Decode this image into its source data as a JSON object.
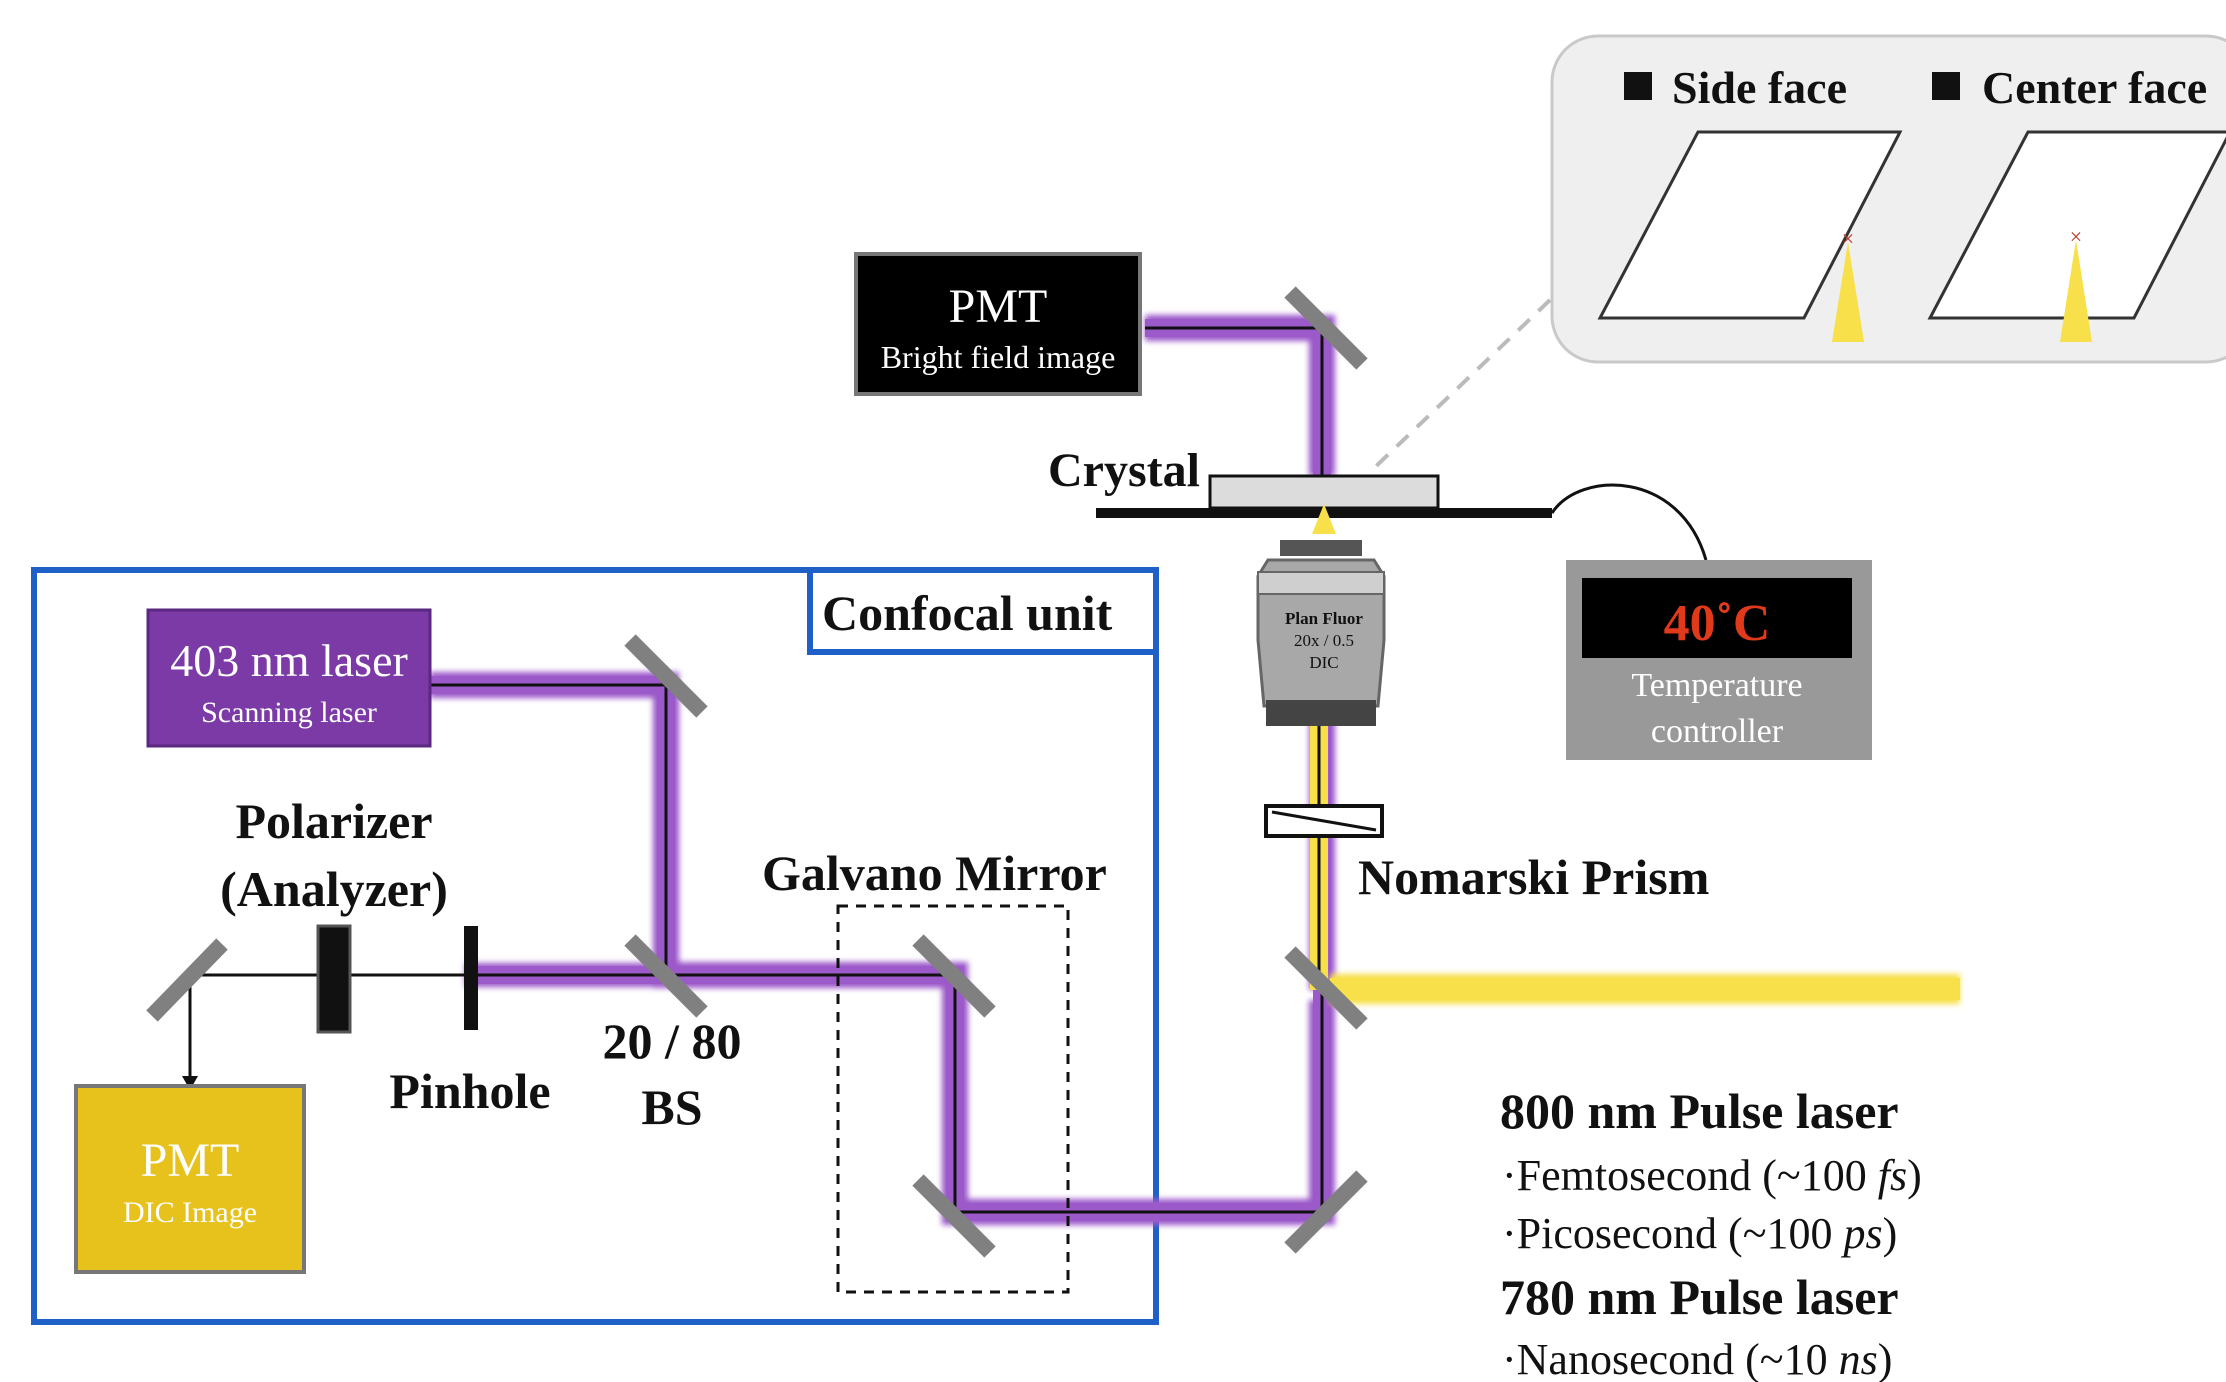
{
  "inset": {
    "side_face_label": "Side face",
    "center_face_label": "Center face"
  },
  "pmt_bright": {
    "title": "PMT",
    "subtitle": "Bright field image"
  },
  "crystal_label": "Crystal",
  "confocal_label": "Confocal unit",
  "laser403": {
    "title": "403 nm laser",
    "subtitle": "Scanning laser"
  },
  "objective": {
    "line1": "Plan Fluor",
    "line2": "20x / 0.5",
    "line3": "DIC"
  },
  "temperature_controller": {
    "reading": "40˚C",
    "line1": "Temperature",
    "line2": "controller"
  },
  "polarizer_label": {
    "line1": "Polarizer",
    "line2": "(Analyzer)"
  },
  "galvano_label": "Galvano Mirror",
  "nomarski_label": "Nomarski Prism",
  "bs_label": {
    "line1": "20 / 80",
    "line2": "BS"
  },
  "pinhole_label": "Pinhole",
  "pmt_dic": {
    "title": "PMT",
    "subtitle": "DIC Image"
  },
  "legend": {
    "l800_title": "800 nm Pulse laser",
    "femto": {
      "prefix": "·Femtosecond (~100 ",
      "unit": "fs",
      "suffix": ")"
    },
    "pico": {
      "prefix": "·Picosecond (~100 ",
      "unit": "ps",
      "suffix": ")"
    },
    "l780_title": "780 nm Pulse laser",
    "nano": {
      "prefix": "·Nanosecond (~10 ",
      "unit": "ns",
      "suffix": ")"
    }
  },
  "colors": {
    "violet_beam": "#9b59c9",
    "yellow_beam": "#f7e04a",
    "confocal_border": "#1f5fc8",
    "laser_box": "#7b3aa6",
    "pmt_dic_box": "#e8c21c",
    "temp_reading": "#e03a1a",
    "mirror": "#808080"
  }
}
